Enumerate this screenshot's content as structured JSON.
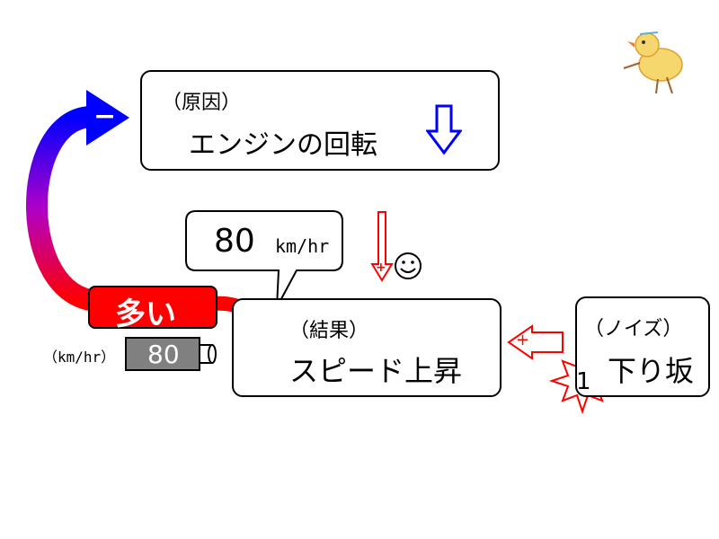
{
  "cause": {
    "label": "（原因）",
    "text": "エンジンの回転"
  },
  "effect": {
    "label": "（結果）",
    "text": "スピード上昇"
  },
  "noise": {
    "label": "（ノイズ）",
    "text": "下り坂",
    "badge": "1"
  },
  "speech": {
    "value": "80",
    "unit": "km/hr"
  },
  "gauge": {
    "unit_label": "（km/hr）",
    "value": "80"
  },
  "tag": {
    "text": "多い"
  },
  "arrow_signs": {
    "feedback": "−",
    "down_arrow": "+",
    "noise_arrow": "+"
  },
  "colors": {
    "feedback_start": "#ff0000",
    "feedback_end": "#0000ff",
    "cause_arrow": "#0000ff",
    "down_arrow": "#ff0000",
    "tag_fill": "#ff0000",
    "gauge_fill": "#808080"
  },
  "icons": [
    "down-outline-arrow-icon",
    "smiley-icon",
    "chick-icon",
    "starburst-icon"
  ]
}
